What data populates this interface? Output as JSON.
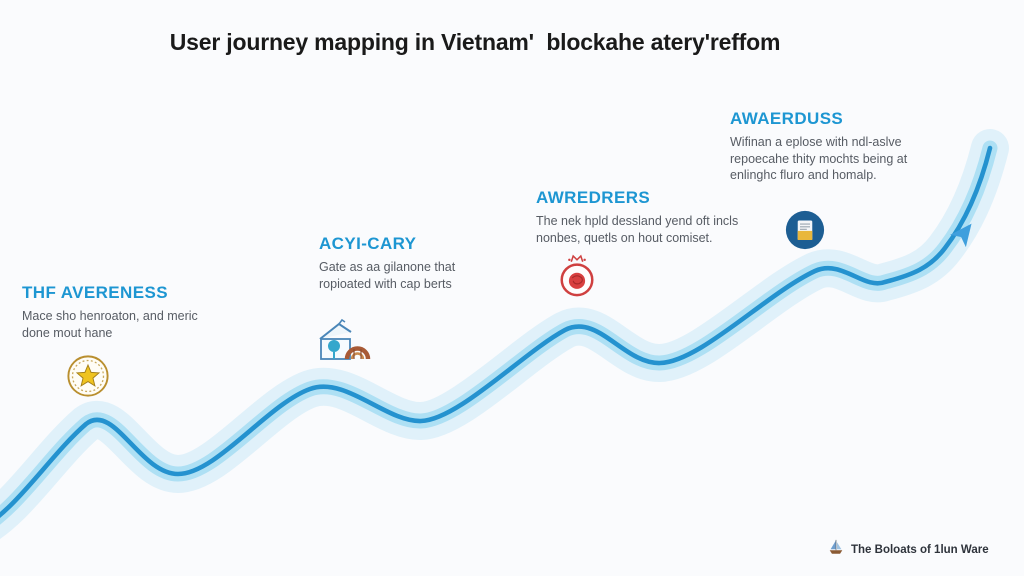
{
  "title": "User journey mapping in Vietnam'  blockahe atery'reffom",
  "stages": [
    {
      "heading": "THF AVERENESS",
      "description": "Mace sho henroaton, and meric\ndone mout hane",
      "icon": "star-seal-icon"
    },
    {
      "heading": "ACYI-CARY",
      "description": "Gate as aa gilanone that\nropioated with cap berts",
      "icon": "house-illustration-icon"
    },
    {
      "heading": "AWREDRERS",
      "description": "The nek hpld dessland yend oft incls\nnonbes, quetls on hout comiset.",
      "icon": "crown-emblem-icon"
    },
    {
      "heading": "AWAERDUSS",
      "description": "Wifinan a eplose with ndl-aslve\nrepoecahe thity mochts being at\nenlinghc fluro and homalp.",
      "icon": "document-badge-icon"
    }
  ],
  "footer": {
    "label": "The Boloats of 1lun Ware",
    "icon": "boat-logo-icon"
  },
  "colors": {
    "background": "#fafbfd",
    "title_text": "#1a1a1a",
    "heading_blue": "#1d96d2",
    "description_text": "#575c64",
    "curve_core": "#2492cf",
    "curve_glow": "#9ed9f2",
    "curve_halo": "#ddf0fa",
    "arrow_blue": "#3f9fdd",
    "star_gold": "#efc31f",
    "emblem_red": "#cf4040",
    "badge_navy": "#1d5e93"
  }
}
